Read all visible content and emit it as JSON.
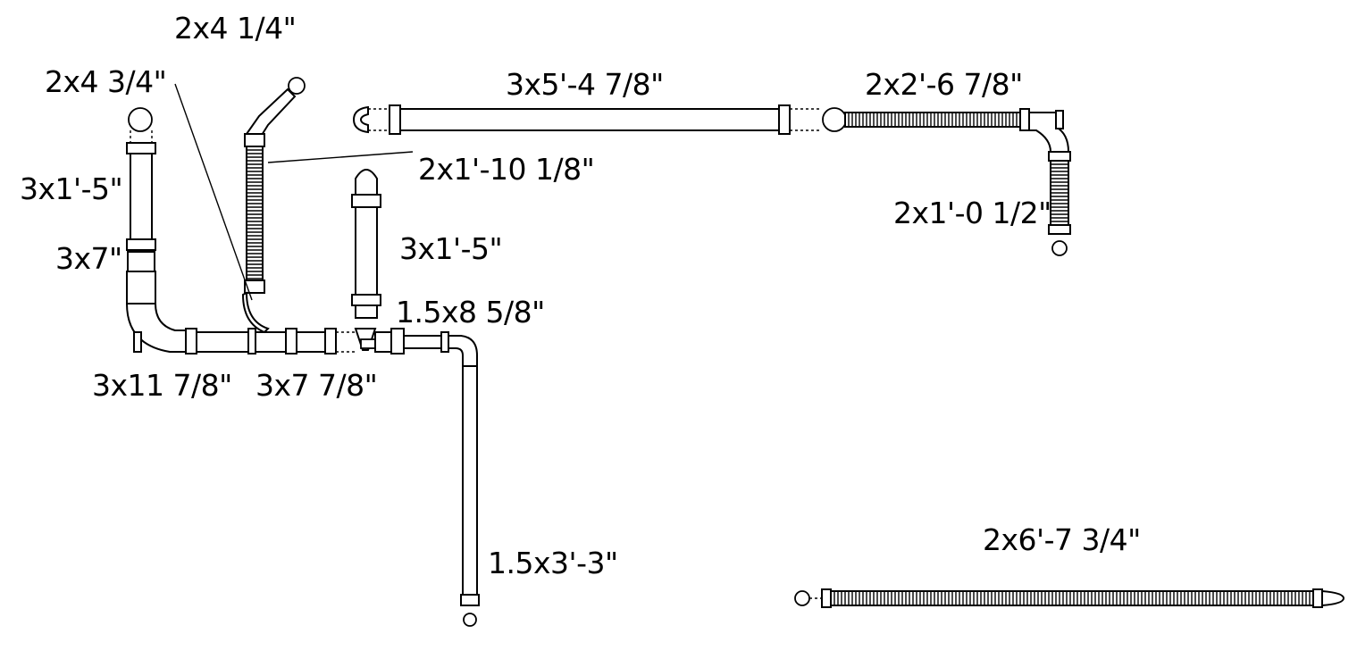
{
  "labels": {
    "top_vent": "2x4 1/4\"",
    "vent_short": "2x4 3/4\"",
    "left_riser": "3x1'-5\"",
    "left_nipple": "3x7\"",
    "main_left": "3x11 7/8\"",
    "main_mid": "3x7 7/8\"",
    "flex_vent": "2x1'-10 1/8\"",
    "center_riser": "3x1'-5\"",
    "small_branch": "1.5x8 5/8\"",
    "long_drop": "1.5x3'-3\"",
    "top_run": "3x5'-4 7/8\"",
    "flex_run_top": "2x2'-6 7/8\"",
    "flex_drop": "2x1'-0 1/2\"",
    "flex_run_bottom": "2x6'-7 3/4\""
  },
  "colors": {
    "line": "#000000",
    "background": "#ffffff"
  }
}
